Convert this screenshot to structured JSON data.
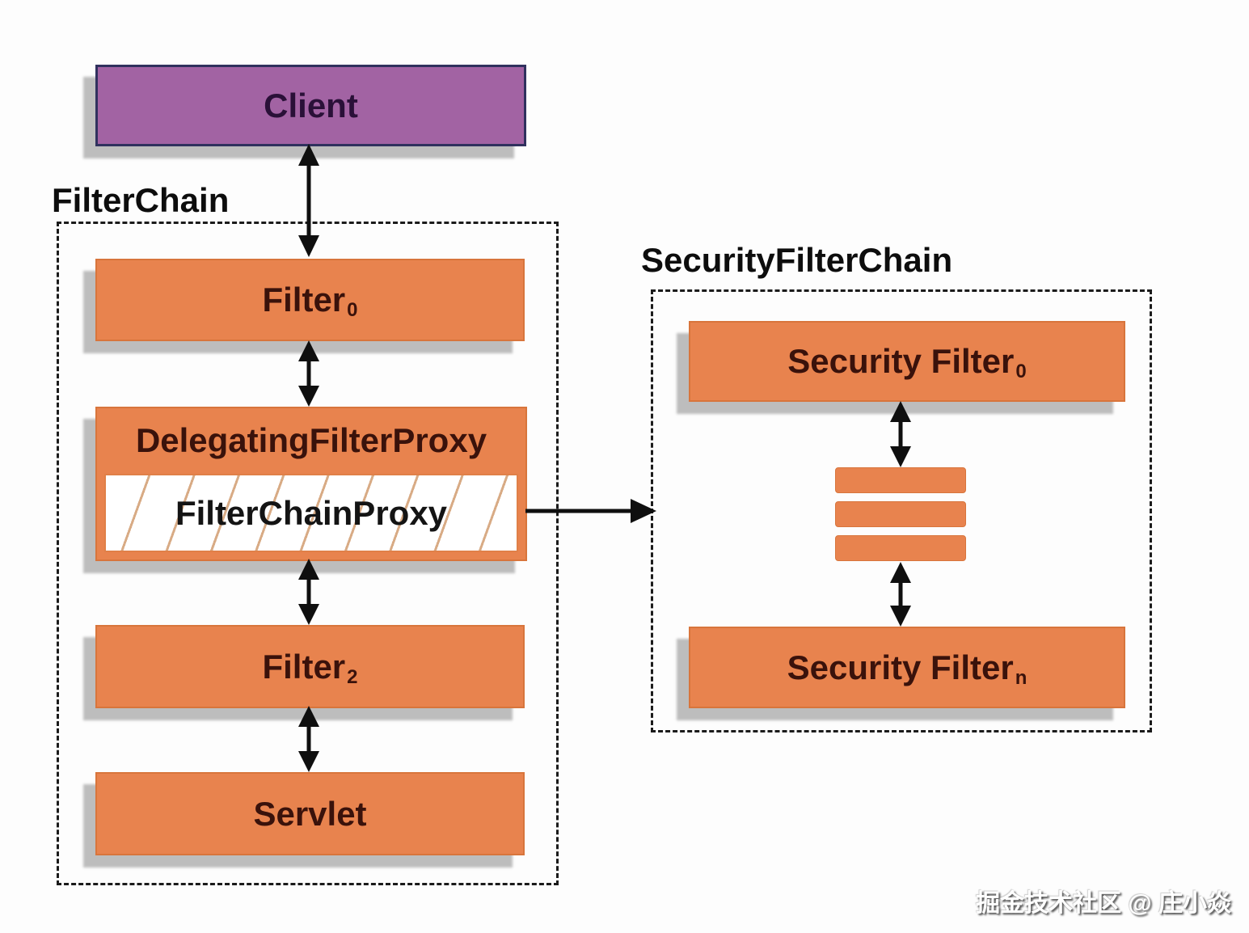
{
  "client": {
    "label": "Client"
  },
  "filter_chain": {
    "title": "FilterChain",
    "filter0": {
      "base": "Filter",
      "sub": "0"
    },
    "delegating_filter_proxy": {
      "label": "DelegatingFilterProxy"
    },
    "filter_chain_proxy": {
      "label": "FilterChainProxy"
    },
    "filter2": {
      "base": "Filter",
      "sub": "2"
    },
    "servlet": {
      "label": "Servlet"
    }
  },
  "security_filter_chain": {
    "title": "SecurityFilterChain",
    "filter_top": {
      "base": "Security Filter",
      "sub": "0"
    },
    "filter_bottom": {
      "base": "Security Filter",
      "sub": "n"
    }
  },
  "watermark": "掘金技术社区 @ 庄小焱",
  "colors": {
    "box_orange": "#E8834E",
    "box_orange_border": "#D8753C",
    "client_purple": "#A263A3",
    "client_purple_border": "#30315E",
    "box_text_dark": "#3A120B",
    "outline_black": "#1B1B1B",
    "arrow_black": "#0F0F0F",
    "shadow_gray": "#BDBDBD",
    "hatch_tan": "#D8AB85"
  }
}
